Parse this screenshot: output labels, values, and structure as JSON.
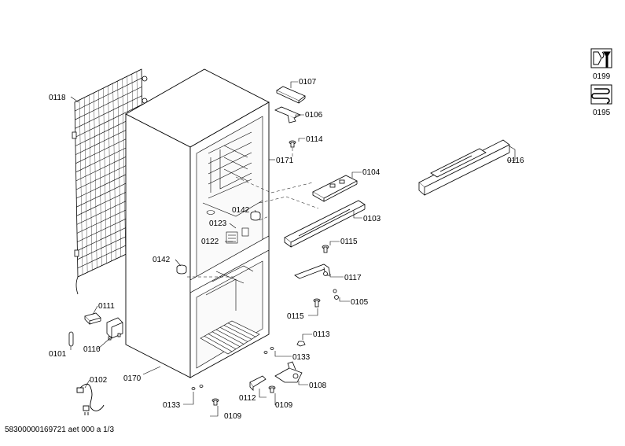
{
  "document_id": "58300000169721 aet 000 a 1/3",
  "parts": {
    "p0101": "0101",
    "p0102": "0102",
    "p0103": "0103",
    "p0104": "0104",
    "p0105": "0105",
    "p0106": "0106",
    "p0107": "0107",
    "p0108": "0108",
    "p0109a": "0109",
    "p0109b": "0109",
    "p0110": "0110",
    "p0111": "0111",
    "p0112": "0112",
    "p0113": "0113",
    "p0114": "0114",
    "p0115a": "0115",
    "p0115b": "0115",
    "p0116": "0116",
    "p0117": "0117",
    "p0118": "0118",
    "p0122": "0122",
    "p0123": "0123",
    "p0133a": "0133",
    "p0133b": "0133",
    "p0142a": "0142",
    "p0142b": "0142",
    "p0170": "0170",
    "p0171": "0171"
  },
  "legend": {
    "tools_code": "0199",
    "coil_code": "0195",
    "tools_icon": "wrench-screwdriver-icon",
    "coil_icon": "condenser-coil-icon"
  }
}
